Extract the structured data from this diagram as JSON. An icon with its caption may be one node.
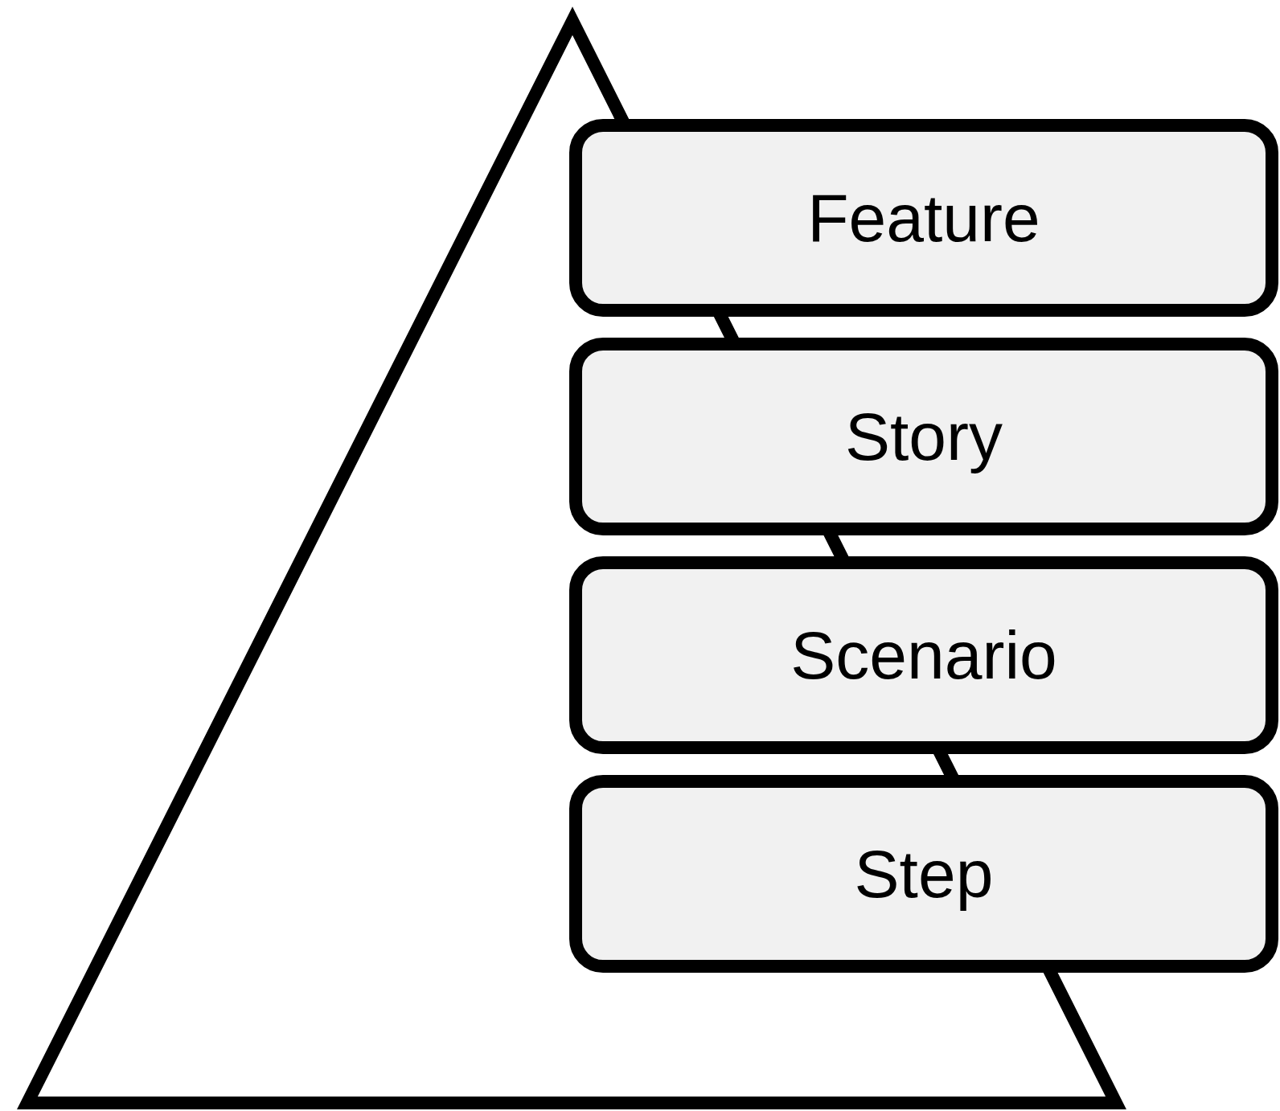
{
  "diagram": {
    "nodes": [
      {
        "text": [
          "Feature"
        ]
      },
      {
        "text": [
          "Story"
        ]
      },
      {
        "text": [
          "Scenario"
        ]
      },
      {
        "text": [
          "Step"
        ]
      }
    ]
  }
}
